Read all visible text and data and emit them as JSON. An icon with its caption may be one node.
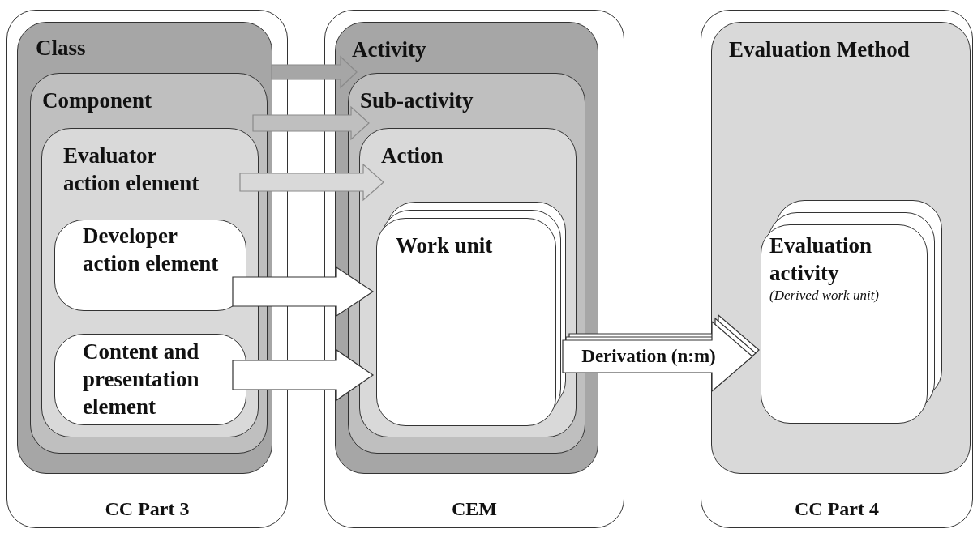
{
  "diagram": {
    "nodes": [
      {
        "text": [
          "CC Part 3"
        ]
      },
      {
        "text": [
          "Class"
        ],
        "in": 0
      },
      {
        "text": [
          "Component"
        ],
        "in": 1
      },
      {
        "text": [
          "Evaluator action element"
        ],
        "in": 2
      },
      {
        "text": [
          "Developer action element"
        ],
        "in": 3
      },
      {
        "text": [
          "Content and presentation element"
        ],
        "in": 3
      },
      {
        "text": [
          "CEM"
        ]
      },
      {
        "text": [
          "Activity"
        ],
        "in": 6
      },
      {
        "text": [
          "Sub-activity"
        ],
        "in": 7
      },
      {
        "text": [
          "Action"
        ],
        "in": 8
      },
      {
        "text": [
          "Work unit"
        ],
        "in": 9
      },
      {
        "text": [
          "CC Part 4"
        ]
      },
      {
        "text": [
          "Evaluation Method"
        ],
        "in": 11
      },
      {
        "text": [
          "Evaluation activity",
          "(Derived work unit)"
        ],
        "in": 12
      }
    ],
    "edges": [
      {
        "from": 1,
        "to": 7,
        "arrow": "to",
        "color": "#a6a6a6"
      },
      {
        "from": 2,
        "to": 8,
        "arrow": "to",
        "color": "#bfbfbf"
      },
      {
        "from": 3,
        "to": 9,
        "arrow": "to",
        "color": "#d9d9d9"
      },
      {
        "from": 4,
        "to": 10,
        "arrow": "to"
      },
      {
        "from": 5,
        "to": 10,
        "arrow": "to"
      },
      {
        "from": 10,
        "to": 13,
        "arrow": "to",
        "label": "Derivation (n:m)"
      }
    ]
  }
}
